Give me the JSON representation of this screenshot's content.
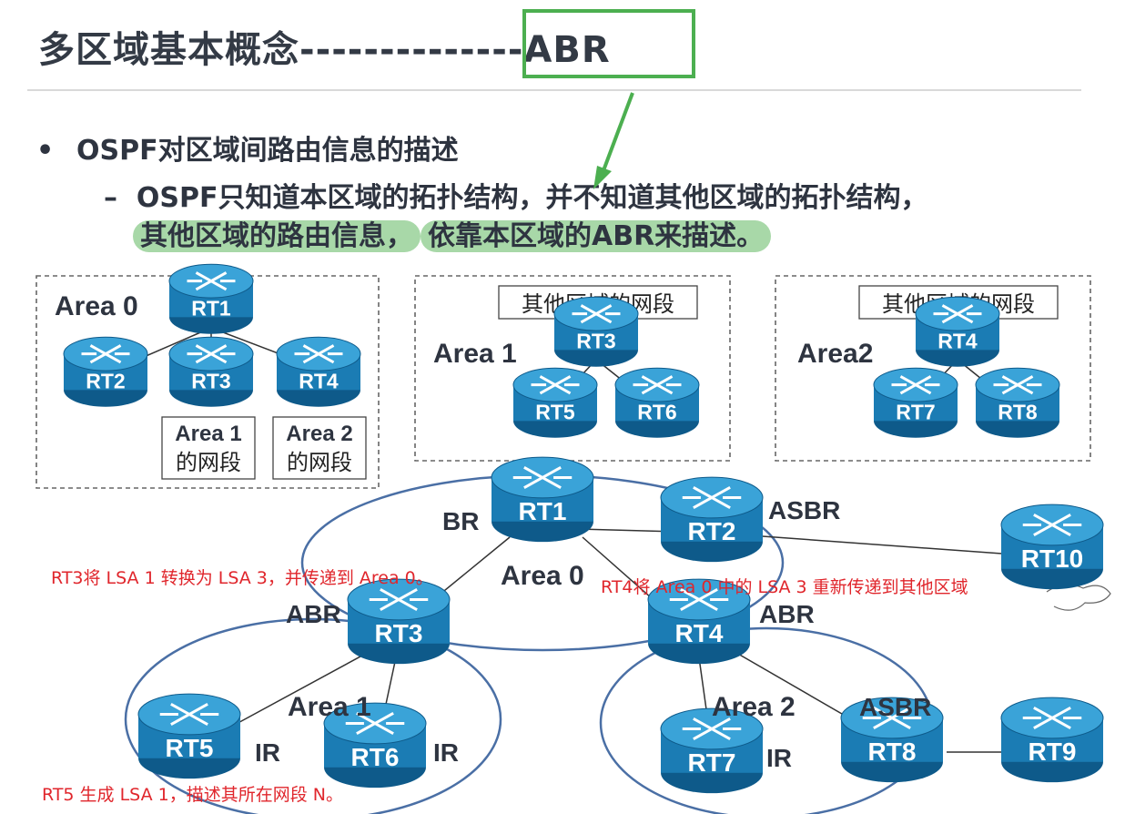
{
  "title": {
    "main": "多区域基本概念",
    "dashes": "--------------",
    "highlight": "ABR"
  },
  "bullet": {
    "marker": "•",
    "text": "OSPF对区域间路由信息的描述"
  },
  "sub": {
    "dash": "–",
    "line1": "OSPF只知道本区域的拓扑结构，并不知道其他区域的拓扑结构，",
    "line2a": "其他区域的路由信息，",
    "line2b": "依靠本区域的ABR来描述。"
  },
  "panels": {
    "area0": {
      "label": "Area 0",
      "routers": [
        "RT1",
        "RT2",
        "RT3",
        "RT4"
      ],
      "note1a": "Area 1",
      "note1b": "的网段",
      "note2a": "Area 2",
      "note2b": "的网段"
    },
    "area1": {
      "label": "Area 1",
      "box": "其他区域的网段",
      "routers": [
        "RT3",
        "RT5",
        "RT6"
      ]
    },
    "area2": {
      "label": "Area2",
      "box": "其他区域的网段",
      "routers": [
        "RT4",
        "RT7",
        "RT8"
      ]
    }
  },
  "topology": {
    "area0": "Area 0",
    "area1": "Area 1",
    "area2": "Area 2",
    "routers": [
      "RT1",
      "RT2",
      "RT3",
      "RT4",
      "RT5",
      "RT6",
      "RT7",
      "RT8",
      "RT9",
      "RT10"
    ],
    "roles": {
      "br": "BR",
      "asbr1": "ASBR",
      "abr1": "ABR",
      "abr2": "ABR",
      "asbr2": "ASBR",
      "ir5": "IR",
      "ir6": "IR",
      "ir7": "IR"
    }
  },
  "annotations": {
    "rt3": "RT3将 LSA 1 转换为 LSA 3，并传递到 Area 0。",
    "rt4": "RT4将 Area 0 中的 LSA 3 重新传递到其他区域",
    "rt5": "RT5 生成 LSA 1，描述其所在网段 N。"
  },
  "colors": {
    "router": "#1d7fb8",
    "router_dark": "#0e5a8a",
    "highlight": "#a8d8a8",
    "frame": "#4caf50",
    "annotation": "#e0262c",
    "area_ring": "#4a6fa5"
  }
}
